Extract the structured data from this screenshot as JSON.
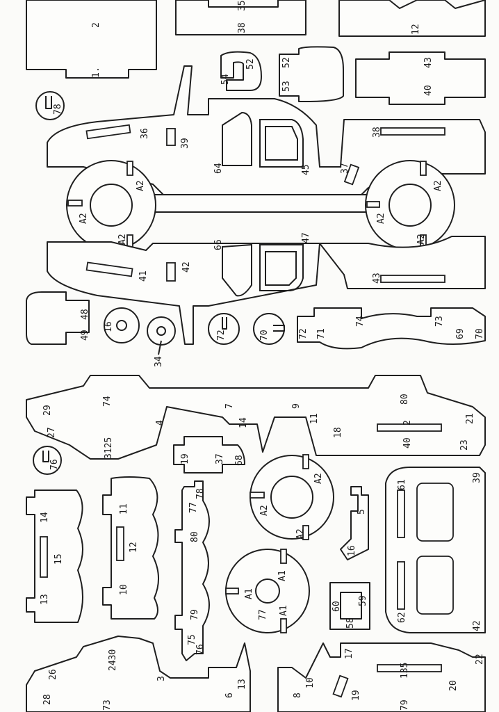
{
  "sheet": {
    "labels": {
      "l2": "2",
      "l1": "1.",
      "l35": "35",
      "l38a": "38",
      "l12a": "12",
      "l52a": "52",
      "l54": "54",
      "l5352": "52",
      "l53": "53",
      "l43a": "43",
      "l40a": "40",
      "l78a": "78",
      "l36": "36",
      "l39a": "39",
      "l64": "64",
      "l45": "45",
      "l38b": "38",
      "l37a": "37",
      "lA2a": "A2",
      "lA2b": "A2",
      "lA2c": "A2",
      "lA2d": "A2",
      "lA2e": "A2",
      "lA2f": "A2",
      "l66": "66",
      "l47": "47",
      "l41": "41",
      "l42a": "42",
      "l43b": "43",
      "l48": "48",
      "l49": "49",
      "l16a": "16",
      "l34": "34",
      "l72a": "72",
      "l70a": "70",
      "l72b": "72",
      "l71": "71",
      "l74a": "74",
      "l73a": "73",
      "l69": "69",
      "l70b": "70",
      "l29": "29",
      "l74b": "74",
      "l27": "27",
      "l3125": "3125",
      "l4": "4",
      "l7": "7",
      "l14a": "14",
      "l9": "9",
      "l11a": "11",
      "l18": "18",
      "l80a": "80",
      "l2b": "2",
      "l40b": "40",
      "l21": "21",
      "l23": "23",
      "l76a": "76",
      "l19a": "19",
      "l37b": "37",
      "l68": "68",
      "lA2g": "A2",
      "lA2h": "A2",
      "lA2i": "A2",
      "l5": "5",
      "l16b": "16",
      "l61": "61",
      "l39b": "39",
      "l14b": "14",
      "l15": "15",
      "l13a": "13",
      "l11b": "11",
      "l12b": "12",
      "l10a": "10",
      "l78b": "78",
      "l77a": "77",
      "l80b": "80",
      "l79a": "79",
      "l75": "75",
      "l76b": "76",
      "lA1a": "A1",
      "lA1b": "A1",
      "l77b": "77",
      "lA1c": "A1",
      "l60": "60",
      "l59": "59",
      "l58": "58",
      "l62": "62",
      "l42b": "42",
      "l28": "28",
      "l26": "26",
      "l2430": "2430",
      "l73b": "73",
      "l3": "3",
      "l6": "6",
      "l13b": "13",
      "l8": "8",
      "l10b": "10",
      "l17": "17",
      "l19b": "19",
      "l135": "135",
      "l79b": "79",
      "l22": "22",
      "l20": "20"
    }
  }
}
